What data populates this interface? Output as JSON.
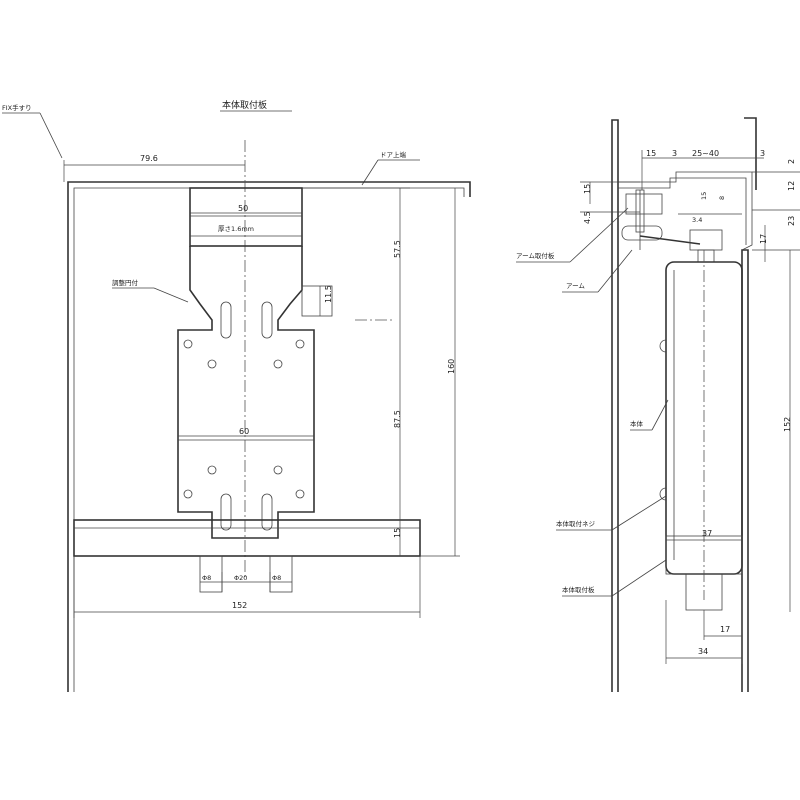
{
  "front_view": {
    "title": "本体取付板",
    "label_fix_rail": "FIX手すり",
    "label_door_top": "ドア上端",
    "label_thickness": "厚さ1.6mm",
    "label_knob": "調整円付",
    "dim_79_6": "79.6",
    "dim_50": "50",
    "dim_57_5": "57.5",
    "dim_160": "160",
    "dim_87_5": "87.5",
    "dim_11_5": "11.5",
    "dim_60": "60",
    "dim_15": "15",
    "dim_slot_left": "Φ8",
    "dim_slot_mid": "Φ20",
    "dim_slot_right": "Φ8",
    "dim_152": "152"
  },
  "side_view": {
    "dim_15": "15",
    "dim_3a": "3",
    "dim_25_40": "25~40",
    "dim_3b": "3",
    "dim_2": "2",
    "dim_15_left": "15",
    "dim_12": "12",
    "dim_4_5": "4.5",
    "dim_15_mid": "15",
    "dim_8": "8",
    "dim_17_top": "17",
    "dim_23": "23",
    "dim_152": "152",
    "dim_3_4": "3.4",
    "dim_37": "37",
    "dim_17_bot": "17",
    "dim_34": "34",
    "label_arm_mount": "アーム取付板",
    "label_arm": "アーム",
    "label_body": "本体",
    "label_body_screw": "本体取付ネジ",
    "label_body_plate": "本体取付板"
  }
}
